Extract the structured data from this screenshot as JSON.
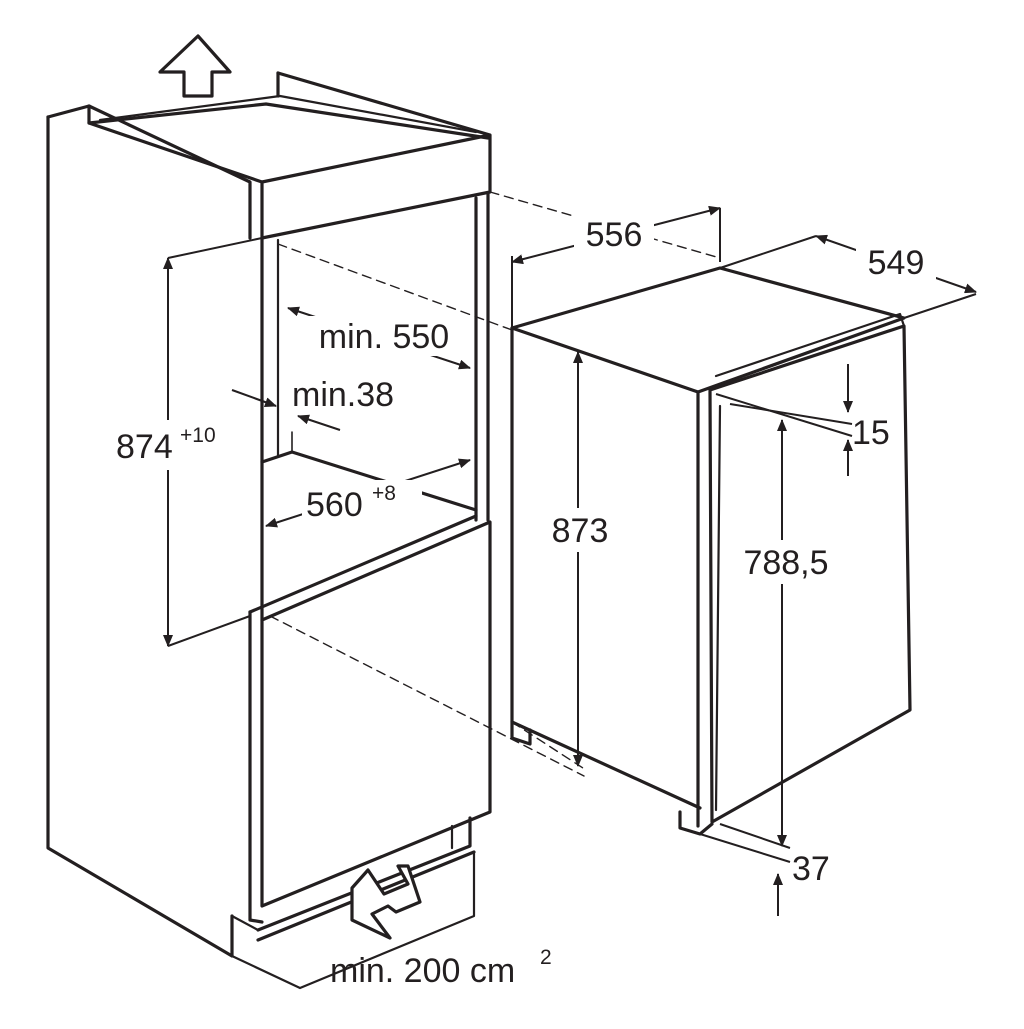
{
  "labels": {
    "dim_556": "556",
    "dim_549": "549",
    "min_550": "min. 550",
    "min_38": "min.38",
    "niche_height": "874",
    "niche_height_tol": "+10",
    "niche_width": "560",
    "niche_width_tol": "+8",
    "appliance_height": "873",
    "door_height": "788,5",
    "door_top_gap": "15",
    "plinth_gap": "37",
    "ventilation": "min. 200 cm",
    "ventilation_unit_exp": "2"
  }
}
